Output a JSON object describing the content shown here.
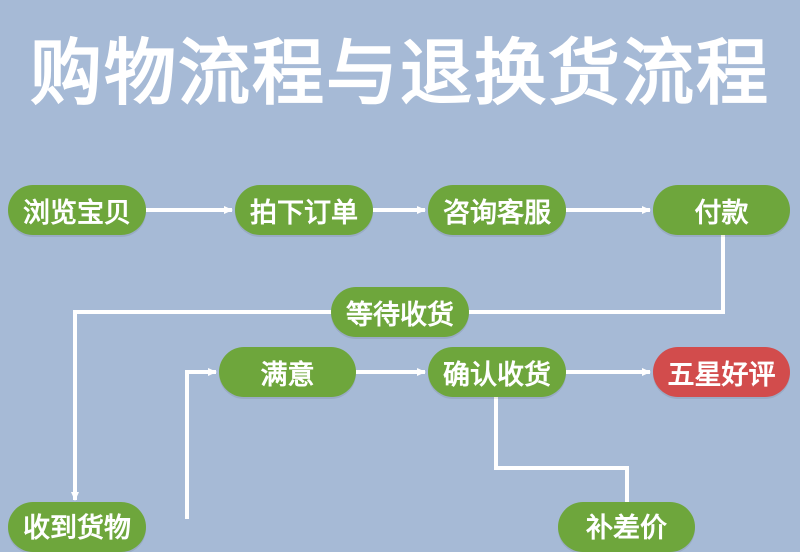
{
  "title": "购物流程与退换货流程",
  "colors": {
    "background": "#a6bad6",
    "node_green": "#6ea63c",
    "node_red": "#d24c4c",
    "line": "#ffffff"
  },
  "nodes": {
    "browse": "浏览宝贝",
    "order": "拍下订单",
    "consult": "咨询客服",
    "pay": "付款",
    "wait": "等待收货",
    "satisfied": "满意",
    "confirm": "确认收货",
    "five_star": "五星好评",
    "received": "收到货物",
    "bottom_right": "补差价"
  }
}
